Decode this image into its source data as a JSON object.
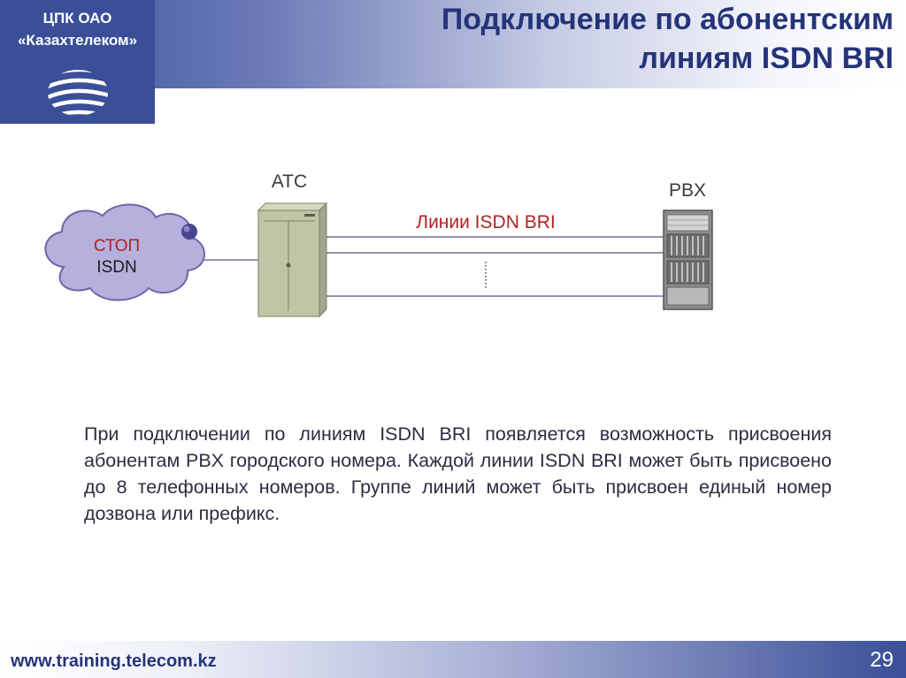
{
  "header": {
    "org_line1": "ЦПК ОАО",
    "org_line2": "«Казахтелеком»",
    "title_line1": "Подключение по абонентским",
    "title_line2": "линиям ISDN BRI"
  },
  "diagram": {
    "exchange_label": "АТС",
    "pbx_label": "PBX",
    "cloud_line1": "СТОП",
    "cloud_line2": "ISDN",
    "lines_label": "Линии ISDN BRI"
  },
  "body_text": "При подключении по линиям ISDN BRI появляется возможность присвоения абонентам PBX городского номера. Каждой линии ISDN BRI может быть присвоено до 8 телефонных номеров. Группе линий может быть присвоен единый номер дозвона или префикс.",
  "footer": {
    "website": "www.training.telecom.kz",
    "page_number": "29"
  },
  "colors": {
    "brand_blue": "#3a4f98",
    "title_blue": "#25347a",
    "lines_label_red": "#b22222",
    "cloud_fill": "#b5b0dc"
  },
  "icons": [
    "company-logo-icon",
    "cloud-network-icon",
    "exchange-cabinet-icon",
    "pbx-rack-icon"
  ]
}
